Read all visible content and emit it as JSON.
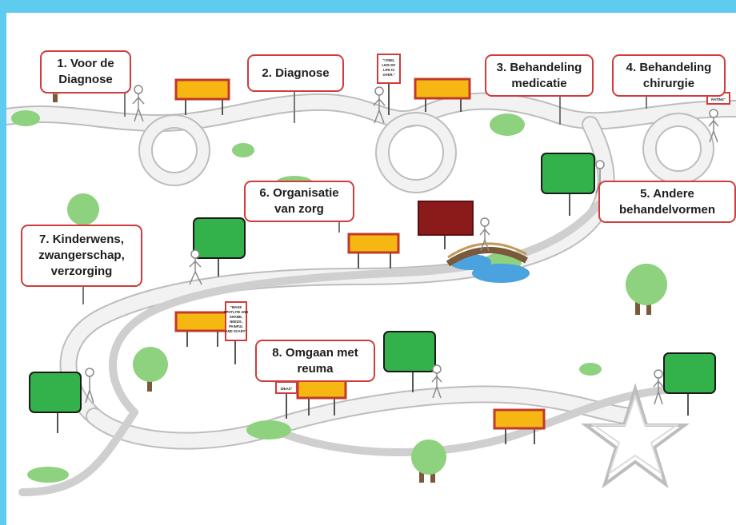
{
  "stages": [
    {
      "id": "s1",
      "label": "1. Voor de\nDiagnose"
    },
    {
      "id": "s2",
      "label": "2. Diagnose"
    },
    {
      "id": "s3",
      "label": "3. Behandeling\nmedicatie"
    },
    {
      "id": "s4",
      "label": "4. Behandeling\nchirurgie"
    },
    {
      "id": "s5",
      "label": "5. Andere\nbehandelvormen"
    },
    {
      "id": "s6",
      "label": "6. Organisatie\nvan zorg"
    },
    {
      "id": "s7",
      "label": "7. Kinderwens,\nzwangerschap,\nverzorging"
    },
    {
      "id": "s8",
      "label": "8. Omgaan met\nreuma"
    }
  ],
  "signs": {
    "sign_1_lines": [
      "\"I FEEL",
      "LIKE MY",
      "LIFE IS",
      "OVER.\""
    ],
    "sign_2_lines": [
      "\"MAKE",
      "SPOTLITE AND",
      "SHAME,",
      "NEEDS,",
      "PAINFUL",
      "AND SCARY\""
    ],
    "sign_3_lines": [
      "RATING\""
    ],
    "sign_4_lines": [
      "IDEAS\""
    ]
  },
  "colors": {
    "frame_border": "#5fcbef",
    "label_border": "#d23b3b",
    "green_board": "#33b14a",
    "red_board": "#8b1a1a",
    "barrier_yellow": "#f7b712",
    "barrier_red": "#c0392b",
    "road": "#e4e4e4",
    "road_edge": "#bdbdbd",
    "tree_green": "#8ed17e",
    "trunk": "#7a5a3a",
    "water": "#4aa3df"
  }
}
